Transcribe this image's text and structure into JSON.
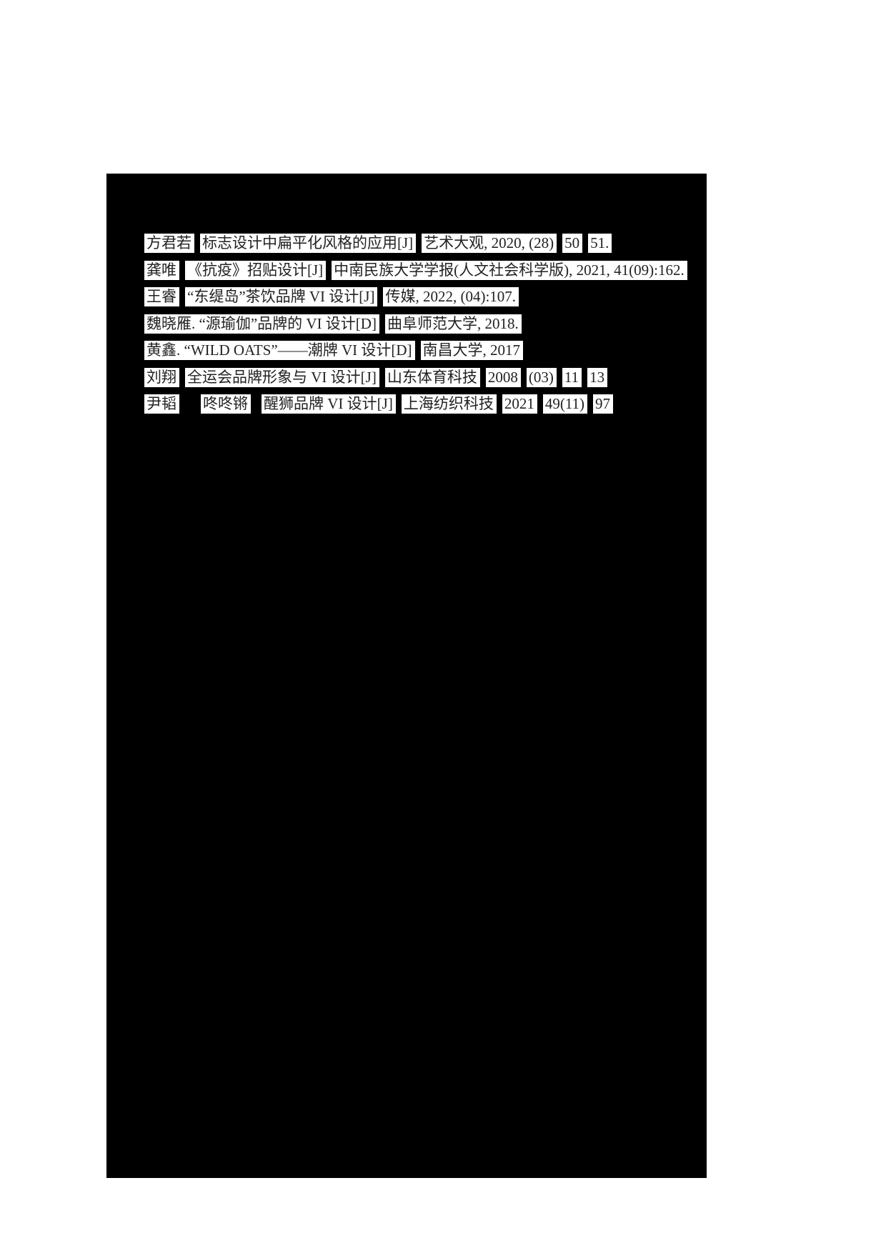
{
  "page": {
    "background_color": "#ffffff",
    "redaction_color": "#000000",
    "highlight_color": "#ffffff",
    "text_color": "#222222"
  },
  "references": [
    {
      "segments": [
        "方君若",
        "标志设计中扁平化风格的应用[J]",
        "艺术大观, 2020, (28)",
        "50",
        "51."
      ]
    },
    {
      "segments": [
        "龚唯",
        "《抗疫》招贴设计[J]",
        "中南民族大学学报(人文社会科学版), 2021, 41(09):162."
      ]
    },
    {
      "segments": [
        "王睿",
        "“东缇岛”茶饮品牌 VI 设计[J]",
        "传媒, 2022, (04):107."
      ]
    },
    {
      "segments": [
        "魏晓雁. “源瑜伽”品牌的 VI 设计[D]",
        "曲阜师范大学, 2018."
      ]
    },
    {
      "segments": [
        "黄鑫. “WILD OATS”——潮牌 VI 设计[D]",
        "南昌大学, 2017"
      ]
    },
    {
      "segments": [
        "刘翔",
        "全运会品牌形象与 VI 设计[J]",
        "山东体育科技",
        "2008",
        "(03)",
        "11",
        "13"
      ]
    },
    {
      "segments": [
        "尹韬",
        "咚咚锵",
        "醒狮品牌 VI 设计[J]",
        "上海纺织科技",
        "2021",
        "49(11)",
        "97"
      ]
    }
  ]
}
